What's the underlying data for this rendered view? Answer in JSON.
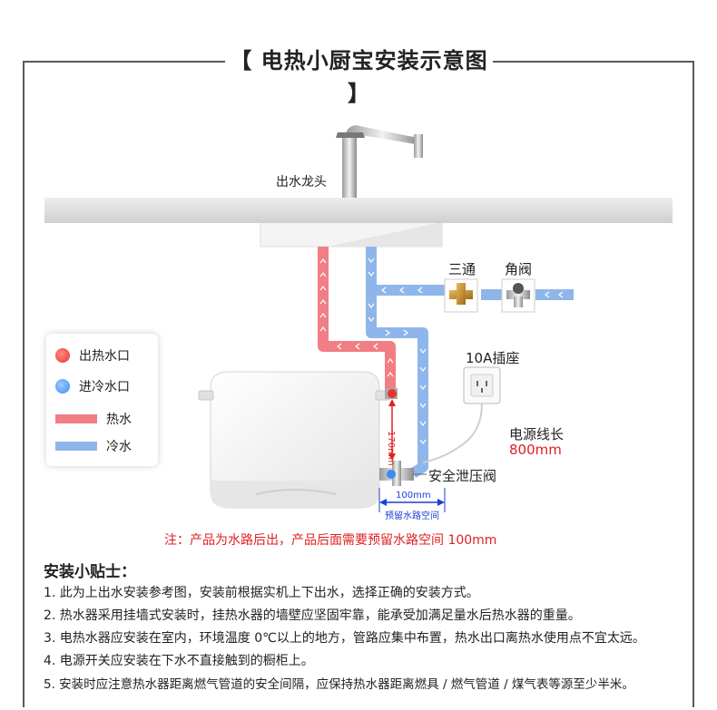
{
  "title": "【 电热小厨宝安装示意图 】",
  "labels": {
    "faucet": "出水龙头",
    "tee": "三通",
    "angle_valve": "角阀",
    "socket": "10A插座",
    "cable_len_label": "电源线长",
    "cable_len_value": "800mm",
    "relief_valve": "安全泄压阀",
    "dim_vertical": "170mm",
    "dim_horizontal": "100mm",
    "reserve_space": "预留水路空间"
  },
  "legend": [
    {
      "type": "dot",
      "color": "#e8342f",
      "label": "出热水口"
    },
    {
      "type": "dot",
      "color": "#3b8df0",
      "label": "进冷水口"
    },
    {
      "type": "bar",
      "color": "#f07e84",
      "label": "热水"
    },
    {
      "type": "bar",
      "color": "#8fb6ea",
      "label": "冷水"
    }
  ],
  "colors": {
    "hot": "#f07e84",
    "cold": "#8fb6ea",
    "accent_red": "#e02020",
    "dim_blue": "#1a3fd6"
  },
  "note": "注：产品为水路后出，产品后面需要预留水路空间 100mm",
  "tips": {
    "heading": "安装小贴士：",
    "items": [
      "1. 此为上出水安装参考图，安装前根据实机上下出水，选择正确的安装方式。",
      "2. 热水器采用挂墙式安装时，挂热水器的墙壁应坚固牢靠，能承受加满足量水后热水器的重量。",
      "3. 电热水器应安装在室内，环境温度 0℃以上的地方，管路应集中布置，热水出口离热水使用点不宜太远。",
      "4. 电源开关应安装在下水不直接触到的橱柜上。",
      "5. 安装时应注意热水器距离燃气管道的安全间隔，应保持热水器距离燃具 / 燃气管道 / 煤气表等源至少半米。"
    ]
  }
}
